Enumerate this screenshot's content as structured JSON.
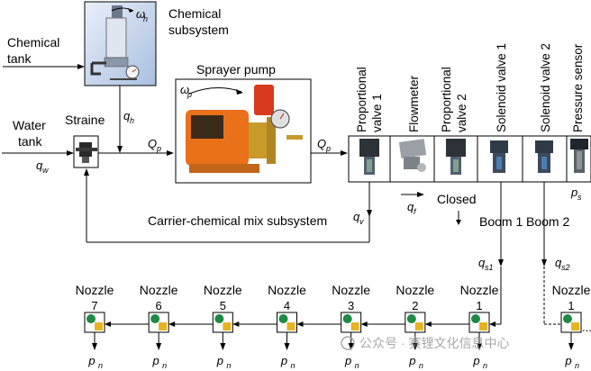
{
  "labels": {
    "chemical_tank": [
      "Chemical",
      "tank"
    ],
    "chemical_subsystem": [
      "Chemical",
      "subsystem"
    ],
    "water_tank": [
      "Water",
      "tank"
    ],
    "strainer": "Straine",
    "sprayer_pump": "Sprayer pump",
    "mix_subsystem": "Carrier-chemical mix subsystem",
    "closed": "Closed",
    "boom1": "Boom 1",
    "boom2": "Boom 2",
    "valve_header": [
      [
        "Proportional",
        "valve 1"
      ],
      [
        "Flowmeter"
      ],
      [
        "Proportional",
        "valve 2"
      ],
      [
        "Solenoid valve 1"
      ],
      [
        "Solenoid valve 2"
      ],
      [
        "Pressure sensor"
      ]
    ]
  },
  "symbols": {
    "omega_h": {
      "base": "ω",
      "sub": "h"
    },
    "omega_p": {
      "base": "ω",
      "sub": "p"
    },
    "q_h": {
      "base": "q",
      "sub": "h"
    },
    "q_w": {
      "base": "q",
      "sub": "w"
    },
    "Q_p_in": {
      "base": "Q",
      "sub": "p"
    },
    "Q_p_out": {
      "base": "Q",
      "sub": "p"
    },
    "q_v": {
      "base": "q",
      "sub": "v"
    },
    "q_f": {
      "base": "q",
      "sub": "f"
    },
    "p_s": {
      "base": "p",
      "sub": "s"
    },
    "q_s1": {
      "base": "q",
      "sub": "s1"
    },
    "q_s2": {
      "base": "q",
      "sub": "s2"
    },
    "p_n": {
      "base": "p",
      "sub": "n"
    }
  },
  "nozzles": {
    "title": "Nozzle",
    "boom1": [
      "7",
      "6",
      "5",
      "4",
      "3",
      "2",
      "1"
    ],
    "boom2": [
      "1"
    ],
    "continuation": "..."
  },
  "watermark": "公众号 · 赛锂文化信息中心",
  "colors": {
    "pump_orange": "#e8711a",
    "pump_red": "#d83a1c",
    "brass": "#c79a2a",
    "valve_dark": "#2d3138",
    "nozzle_green": "#1e8a44",
    "nozzle_yellow": "#e6b422",
    "subsystem_blue": "#9fb6d8"
  }
}
